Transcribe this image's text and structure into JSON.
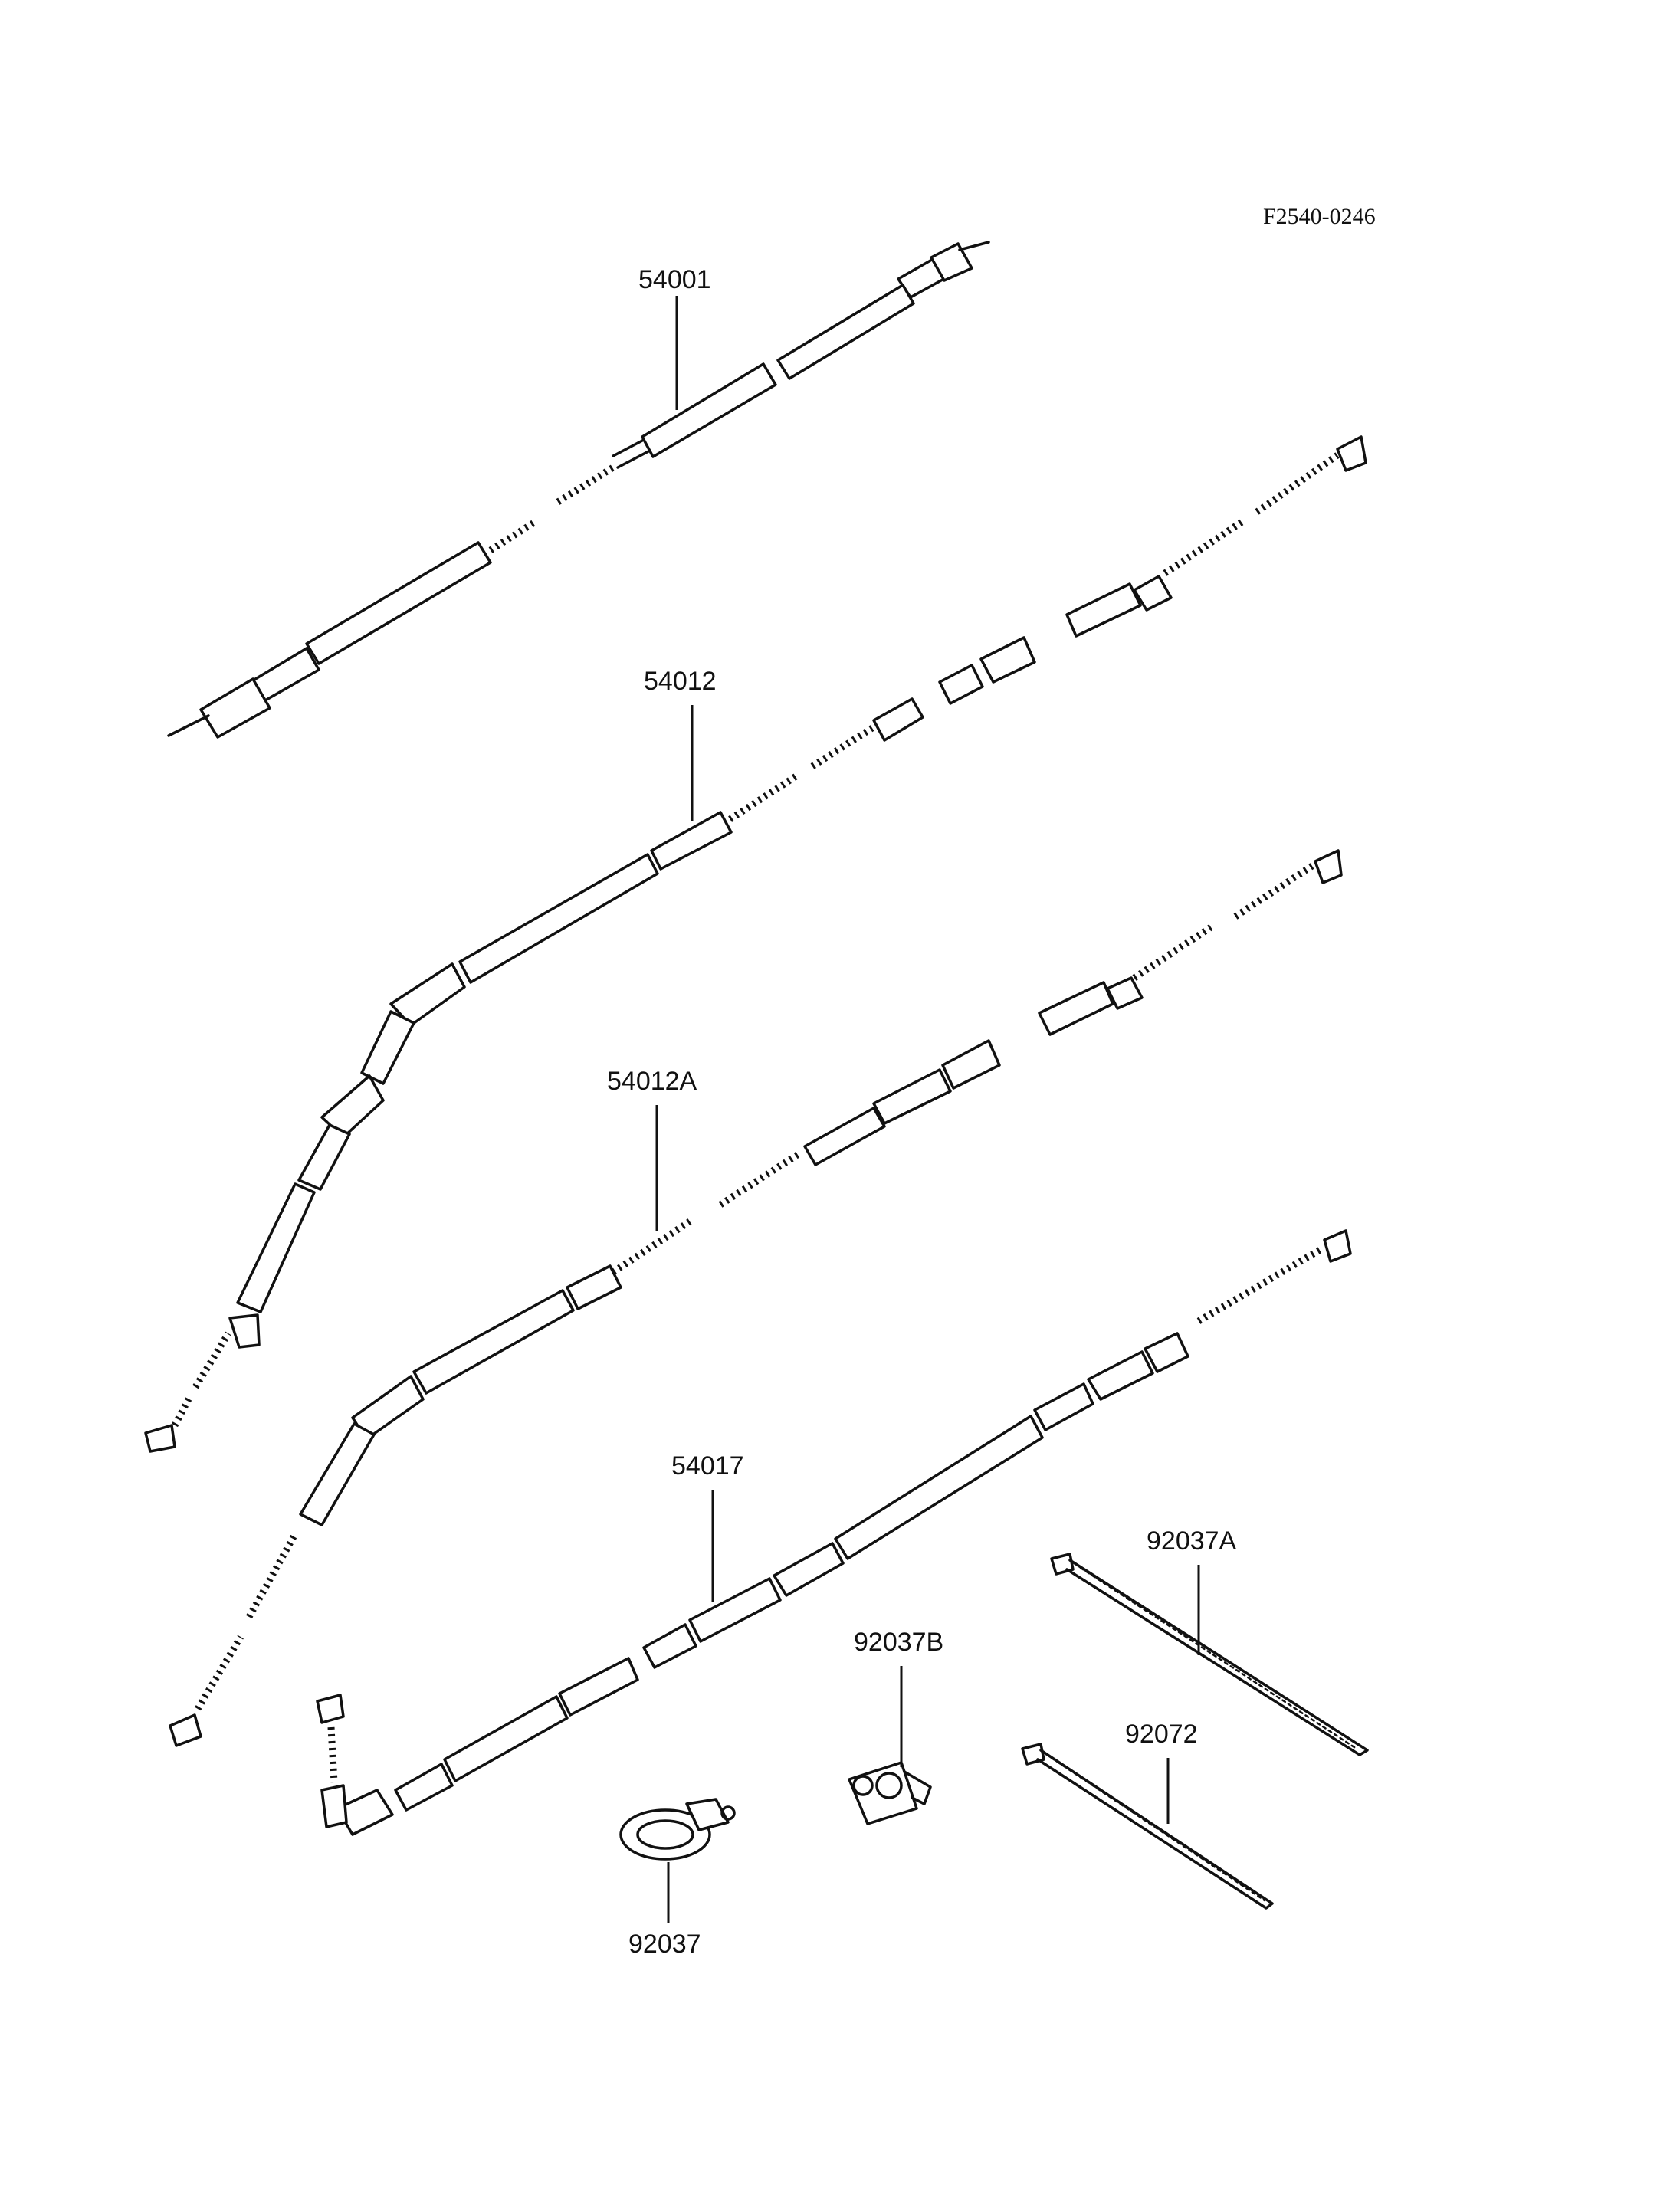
{
  "figure_code": "F2540-0246",
  "parts": [
    {
      "number": "54001"
    },
    {
      "number": "54012"
    },
    {
      "number": "54012A"
    },
    {
      "number": "54017"
    },
    {
      "number": "92037A"
    },
    {
      "number": "92037B"
    },
    {
      "number": "92072"
    },
    {
      "number": "92037"
    }
  ],
  "colors": {
    "ink": "#111111",
    "paper": "#ffffff"
  }
}
